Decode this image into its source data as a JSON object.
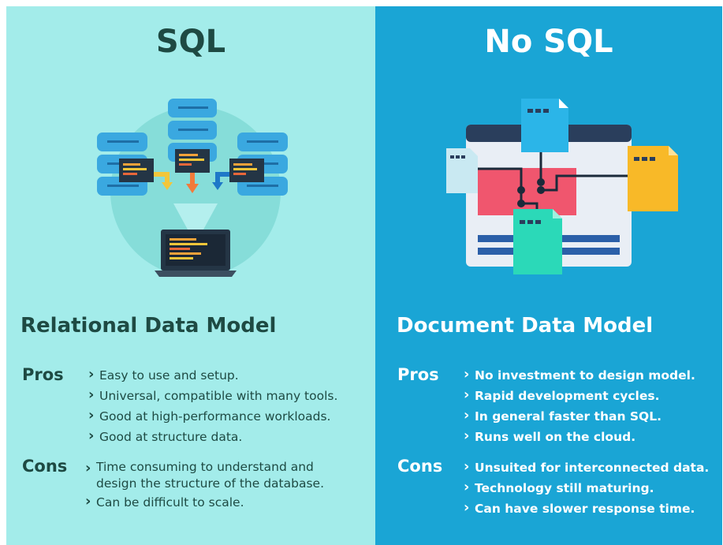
{
  "left": {
    "title": "SQL",
    "model": "Relational Data Model",
    "pros_label": "Pros",
    "pros": [
      "Easy to use and setup.",
      "Universal, compatible with many tools.",
      "Good at high-performance workloads.",
      "Good at structure data."
    ],
    "cons_label": "Cons",
    "cons": [
      [
        "Time consuming to understand and",
        "design the structure of the database."
      ],
      [
        "Can be difficult to scale."
      ]
    ]
  },
  "right": {
    "title": "No SQL",
    "model": "Document Data Model",
    "pros_label": "Pros",
    "pros": [
      "No investment to design model.",
      "Rapid development cycles.",
      "In general faster than SQL.",
      "Runs well on the cloud."
    ],
    "cons_label": "Cons",
    "cons": [
      "Unsuited for interconnected data.",
      "Technology still maturing.",
      "Can have slower response time."
    ]
  },
  "colors": {
    "left_bg": "#a3ecea",
    "right_bg": "#1aa5d5",
    "left_text": "#1e4a43",
    "right_text": "#ffffff"
  },
  "icons": [
    "database-server-icon",
    "arrow-down-icon",
    "laptop-icon",
    "document-icon",
    "browser-window-icon"
  ]
}
